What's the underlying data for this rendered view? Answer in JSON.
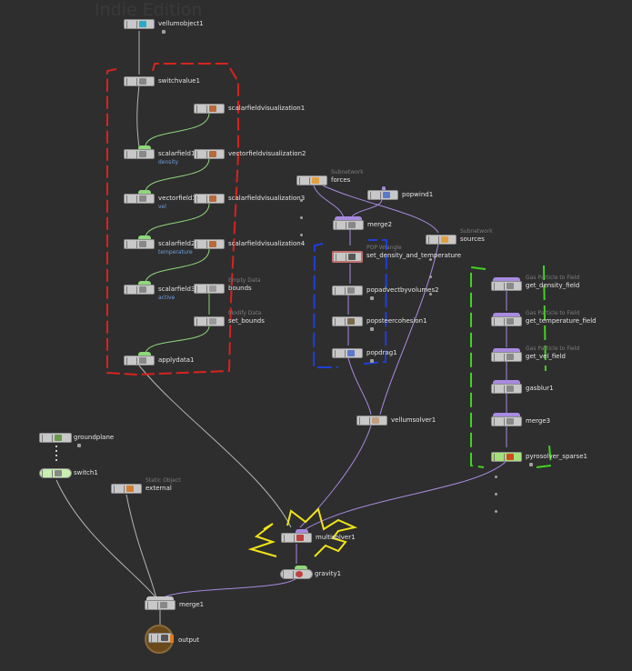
{
  "watermark": "Indie Edition",
  "colors": {
    "background": "#2e2e2e",
    "wire_grey": "#b4b4b4",
    "wire_purple": "#a88ae0",
    "wire_green": "#8ed77a",
    "annotation_red": "#d8231f",
    "annotation_blue": "#1f3fd8",
    "annotation_green": "#3fd41f",
    "annotation_yellow": "#f0e417"
  },
  "nodes": {
    "vellumobject1": {
      "label": "vellumobject1",
      "icon": "vellum-icon"
    },
    "switchvalue1": {
      "label": "switchvalue1",
      "icon": "switch-icon"
    },
    "scalarfieldvisualization1": {
      "label": "scalarfieldvisualization1",
      "icon": "visualize-icon"
    },
    "scalarfield1": {
      "label": "scalarfield1",
      "sub": "density",
      "icon": "field-icon"
    },
    "vectorfieldvisualization2": {
      "label": "vectorfieldvisualization2",
      "icon": "visualize-icon"
    },
    "vectorfield1": {
      "label": "vectorfield1",
      "sub": "vel",
      "icon": "field-icon"
    },
    "scalarfieldvisualization3": {
      "label": "scalarfieldvisualization3",
      "icon": "visualize-icon"
    },
    "scalarfield2": {
      "label": "scalarfield2",
      "sub": "temperature",
      "icon": "field-icon"
    },
    "scalarfieldvisualization4": {
      "label": "scalarfieldvisualization4",
      "icon": "visualize-icon"
    },
    "scalarfield3": {
      "label": "scalarfield3",
      "sub": "active",
      "icon": "field-icon"
    },
    "bounds": {
      "label": "bounds",
      "type": "Empty Data",
      "icon": "empty-data-icon"
    },
    "set_bounds": {
      "label": "set_bounds",
      "type": "Modify Data",
      "icon": "modify-data-icon"
    },
    "applydata1": {
      "label": "applydata1",
      "icon": "apply-data-icon"
    },
    "forces": {
      "label": "forces",
      "type": "Subnetwork",
      "icon": "subnetwork-icon"
    },
    "popwind1": {
      "label": "popwind1",
      "icon": "wind-icon"
    },
    "merge2": {
      "label": "merge2",
      "icon": "merge-icon"
    },
    "sources": {
      "label": "sources",
      "type": "Subnetwork",
      "icon": "subnetwork-icon"
    },
    "set_density_and_temperature": {
      "label": "set_density_and_temperature",
      "type": "POP Wrangle",
      "icon": "wrangle-icon"
    },
    "popadvectbyvolumes2": {
      "label": "popadvectbyvolumes2",
      "icon": "advect-icon"
    },
    "popsteercohesion1": {
      "label": "popsteercohesion1",
      "icon": "steer-icon"
    },
    "popdrag1": {
      "label": "popdrag1",
      "icon": "drag-icon"
    },
    "get_density_field": {
      "label": "get_density_field",
      "type": "Gas Particle to Field",
      "icon": "particle-to-field-icon"
    },
    "get_temperature_field": {
      "label": "get_temperature_field",
      "type": "Gas Particle to Field",
      "icon": "particle-to-field-icon"
    },
    "get_vel_field": {
      "label": "get_vel_field",
      "type": "Gas Particle to Field",
      "icon": "particle-to-field-icon"
    },
    "gasblur1": {
      "label": "gasblur1",
      "icon": "blur-icon"
    },
    "merge3": {
      "label": "merge3",
      "icon": "merge-icon"
    },
    "pyrosolver_sparse1": {
      "label": "pyrosolver_sparse1",
      "icon": "pyro-solver-icon"
    },
    "vellumsolver1": {
      "label": "vellumsolver1",
      "icon": "vellum-solver-icon"
    },
    "groundplane": {
      "label": "groundplane",
      "icon": "ground-plane-icon"
    },
    "switch1": {
      "label": "switch1",
      "icon": "switch-icon"
    },
    "external": {
      "label": "external",
      "type": "Static Object",
      "icon": "static-object-icon"
    },
    "multisolver1": {
      "label": "multisolver1",
      "icon": "multi-solver-icon"
    },
    "gravity1": {
      "label": "gravity1",
      "icon": "gravity-icon"
    },
    "merge1": {
      "label": "merge1",
      "icon": "merge-icon"
    },
    "output": {
      "label": "output",
      "icon": "output-icon"
    }
  }
}
